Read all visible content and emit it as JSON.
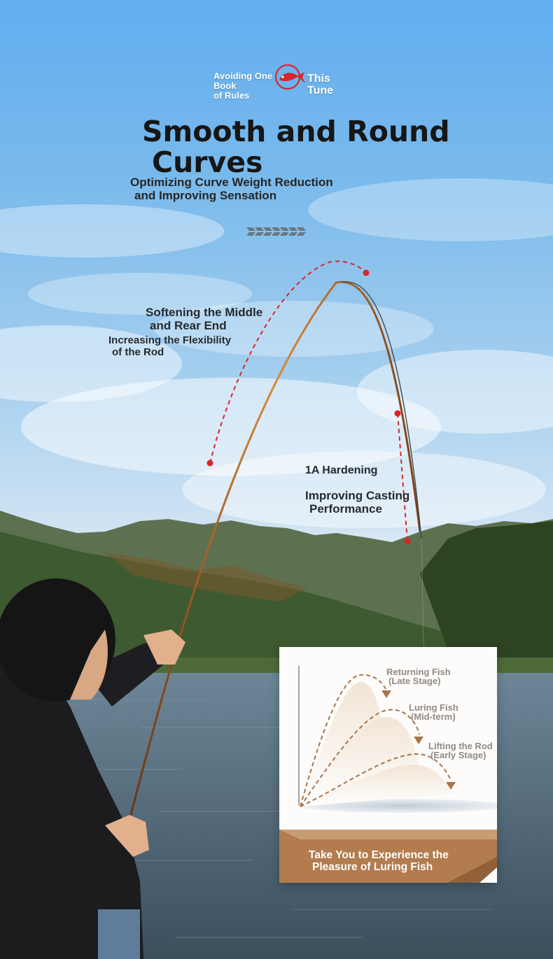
{
  "badge": {
    "left_line1": "Avoiding One Book",
    "left_line2": "of Rules",
    "right_line1": "This",
    "right_line2": "Tune",
    "accent": "#d8262b"
  },
  "header": {
    "title_line1": "Smooth and Round",
    "title_line2": "Curves",
    "subtitle_line1": "Optimizing Curve Weight Reduction",
    "subtitle_line2": "and Improving Sensation"
  },
  "callouts": {
    "softening_line1": "Softening the Middle",
    "softening_line2": "and Rear End",
    "flexibility_line1": "Increasing the Flexibility",
    "flexibility_line2": "of the Rod",
    "hardening": "1A Hardening",
    "casting_line1": "Improving Casting",
    "casting_line2": "Performance"
  },
  "card": {
    "stages": [
      {
        "label": "Returning Fish",
        "sub": "(Late Stage)"
      },
      {
        "label": "Luring Fish",
        "sub": "(Mid-term)"
      },
      {
        "label": "Lifting the Rod",
        "sub": "(Early Stage)"
      }
    ],
    "banner_line1": "Take You to Experience the",
    "banner_line2": "Pleasure of Luring Fish"
  },
  "colors": {
    "dashed_marker": "#d8262b",
    "arc_dashes": "#a9764b",
    "banner": "#b27c4e",
    "title_text": "#161616"
  }
}
